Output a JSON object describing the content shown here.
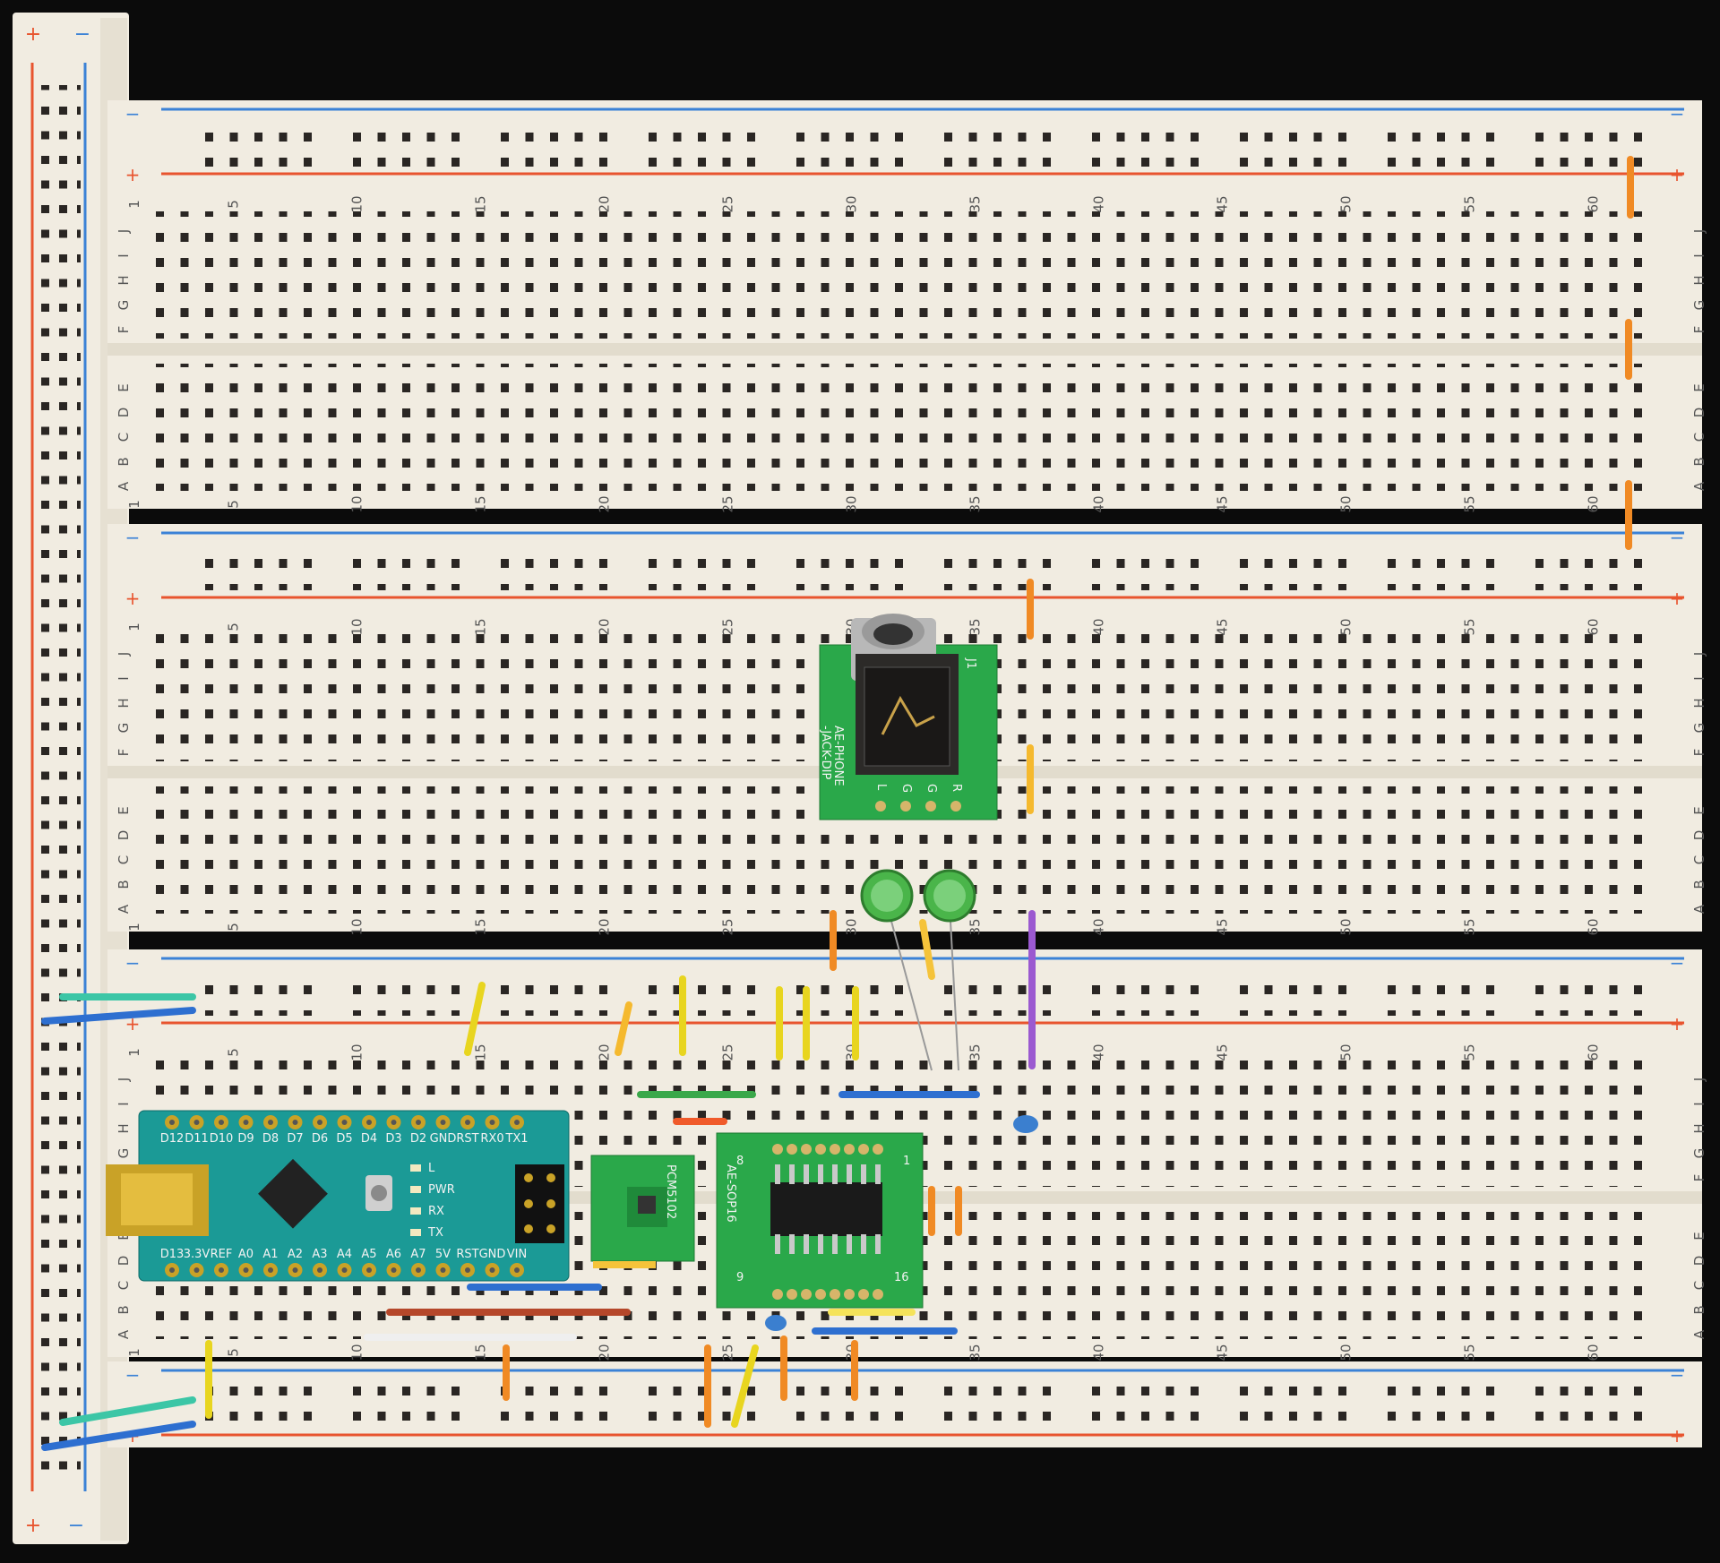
{
  "board": {
    "column_numbers": [
      "1",
      "5",
      "10",
      "15",
      "20",
      "25",
      "30",
      "35",
      "40",
      "45",
      "50",
      "55",
      "60"
    ],
    "rows_top": [
      "F",
      "G",
      "H",
      "I",
      "J"
    ],
    "rows_bottom": [
      "A",
      "B",
      "C",
      "D",
      "E"
    ],
    "rail_plus": "+",
    "rail_minus": "−"
  },
  "modules": {
    "jack_name": "AE-PHONE",
    "jack_name2": "-JACK-DIP",
    "jack_ref": "J1",
    "jack_pins": [
      "L",
      "G",
      "G",
      "R"
    ],
    "sop_name": "AE-SOP16",
    "sop_pin1": "1",
    "sop_pin8": "8",
    "sop_pin9": "9",
    "sop_pin16": "16",
    "dac_name": "PCM5102",
    "nano_top_pins": [
      "D12",
      "D11",
      "D10",
      "D9",
      "D8",
      "D7",
      "D6",
      "D5",
      "D4",
      "D3",
      "D2",
      "GND",
      "RST",
      "RX0",
      "TX1"
    ],
    "nano_bottom_pins": [
      "D13",
      "3.3V",
      "REF",
      "A0",
      "A1",
      "A2",
      "A3",
      "A4",
      "A5",
      "A6",
      "A7",
      "5V",
      "RST",
      "GND",
      "VIN"
    ],
    "nano_leds": [
      "L",
      "PWR",
      "RX",
      "TX"
    ]
  },
  "colors": {
    "board": "#f1ece1",
    "hole": "#2a2623",
    "rail_red": "#e8542e",
    "rail_blue": "#3b82d6",
    "pcb_green": "#27a845",
    "nano_teal": "#1b9a96"
  }
}
